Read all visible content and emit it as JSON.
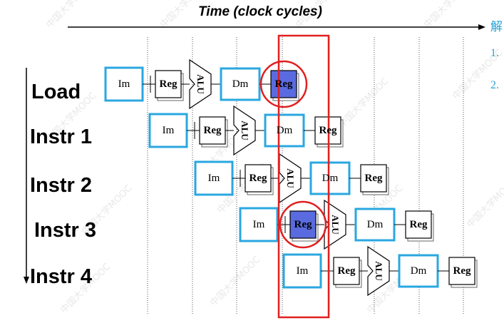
{
  "title": "Time (clock cycles)",
  "rows": [
    {
      "label": "Load"
    },
    {
      "label": "Instr 1"
    },
    {
      "label": "Instr 2"
    },
    {
      "label": "Instr 3"
    },
    {
      "label": "Instr 4"
    }
  ],
  "stages": {
    "im": "Im",
    "reg": "Reg",
    "alu": "ALU",
    "dm": "Dm",
    "wb": "Reg"
  },
  "side_text": {
    "heading": "解",
    "item1": "1.",
    "item2": "2."
  },
  "colors": {
    "im_dm_border": "#2aa7e0",
    "highlight_fill": "#5a6be0",
    "column_box": "#e02020",
    "circle": "#e02020",
    "side_text": "#29a3d6"
  },
  "watermark": "中国大学MOOC"
}
